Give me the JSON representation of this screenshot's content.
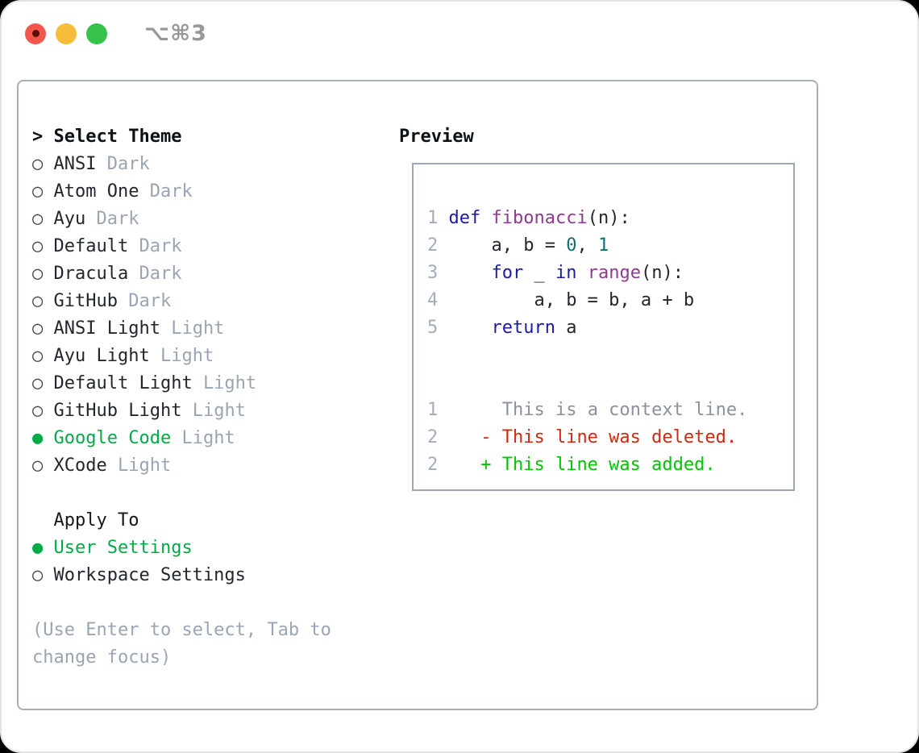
{
  "window": {
    "shortcut_label": "⌥⌘3",
    "traffic_lights": [
      {
        "name": "close",
        "color": "#f2574d",
        "dot": true,
        "dot_color": "#5a0c06"
      },
      {
        "name": "minimize",
        "color": "#f6bd3a",
        "dot": false,
        "dot_color": ""
      },
      {
        "name": "maximize",
        "color": "#37c24e",
        "dot": false,
        "dot_color": ""
      }
    ]
  },
  "theme_panel": {
    "header": "Select Theme",
    "cursor": ">",
    "marker_selected": "●",
    "marker_unselected": "○",
    "themes": [
      {
        "name": "ANSI",
        "variant": "Dark",
        "selected": false
      },
      {
        "name": "Atom One",
        "variant": "Dark",
        "selected": false
      },
      {
        "name": "Ayu",
        "variant": "Dark",
        "selected": false
      },
      {
        "name": "Default",
        "variant": "Dark",
        "selected": false
      },
      {
        "name": "Dracula",
        "variant": "Dark",
        "selected": false
      },
      {
        "name": "GitHub",
        "variant": "Dark",
        "selected": false
      },
      {
        "name": "ANSI Light",
        "variant": "Light",
        "selected": false
      },
      {
        "name": "Ayu Light",
        "variant": "Light",
        "selected": false
      },
      {
        "name": "Default Light",
        "variant": "Light",
        "selected": false
      },
      {
        "name": "GitHub Light",
        "variant": "Light",
        "selected": false
      },
      {
        "name": "Google Code",
        "variant": "Light",
        "selected": true
      },
      {
        "name": "XCode",
        "variant": "Light",
        "selected": false
      }
    ],
    "apply_to": {
      "header": "Apply To",
      "options": [
        {
          "label": "User Settings",
          "selected": true
        },
        {
          "label": "Workspace Settings",
          "selected": false
        }
      ]
    },
    "help_lines": [
      "(Use Enter to select, Tab to",
      "change focus)"
    ]
  },
  "preview": {
    "header": "Preview",
    "lines": [
      {
        "kind": "code",
        "tokens": [
          {
            "text": "1",
            "cls": "ln"
          },
          {
            "text": " ",
            "cls": "pl"
          },
          {
            "text": "def",
            "cls": "kw"
          },
          {
            "text": " ",
            "cls": "pl"
          },
          {
            "text": "fibonacci",
            "cls": "fn"
          },
          {
            "text": "(n):",
            "cls": "pl"
          }
        ]
      },
      {
        "kind": "code",
        "tokens": [
          {
            "text": "2",
            "cls": "ln"
          },
          {
            "text": "     a, b = ",
            "cls": "pl"
          },
          {
            "text": "0",
            "cls": "num"
          },
          {
            "text": ", ",
            "cls": "pl"
          },
          {
            "text": "1",
            "cls": "num"
          }
        ]
      },
      {
        "kind": "code",
        "tokens": [
          {
            "text": "3",
            "cls": "ln"
          },
          {
            "text": "     ",
            "cls": "pl"
          },
          {
            "text": "for",
            "cls": "kw"
          },
          {
            "text": " _ ",
            "cls": "pl"
          },
          {
            "text": "in",
            "cls": "kw"
          },
          {
            "text": " ",
            "cls": "pl"
          },
          {
            "text": "range",
            "cls": "fn"
          },
          {
            "text": "(n):",
            "cls": "pl"
          }
        ]
      },
      {
        "kind": "code",
        "tokens": [
          {
            "text": "4",
            "cls": "ln"
          },
          {
            "text": "         a, b = b, a + b",
            "cls": "pl"
          }
        ]
      },
      {
        "kind": "code",
        "tokens": [
          {
            "text": "5",
            "cls": "ln"
          },
          {
            "text": "     ",
            "cls": "pl"
          },
          {
            "text": "return",
            "cls": "kw"
          },
          {
            "text": " a",
            "cls": "pl"
          }
        ]
      },
      {
        "kind": "blank",
        "tokens": []
      },
      {
        "kind": "blank",
        "tokens": []
      },
      {
        "kind": "diff-context",
        "tokens": [
          {
            "text": "1",
            "cls": "ln"
          },
          {
            "text": "      ",
            "cls": "pl"
          },
          {
            "text": "This is a context line.",
            "cls": "ctx"
          }
        ]
      },
      {
        "kind": "diff-deleted",
        "tokens": [
          {
            "text": "2",
            "cls": "ln"
          },
          {
            "text": "    ",
            "cls": "pl"
          },
          {
            "text": "- This line was deleted.",
            "cls": "del"
          }
        ]
      },
      {
        "kind": "diff-added",
        "tokens": [
          {
            "text": "2",
            "cls": "ln"
          },
          {
            "text": "    ",
            "cls": "pl"
          },
          {
            "text": "+ This line was added.",
            "cls": "add"
          }
        ]
      }
    ]
  },
  "colors": {
    "green": "#00ab47",
    "add": "#00c400",
    "del": "#cb2b10",
    "kw": "#1b1ba3",
    "fn": "#8e3a92",
    "num": "#0c7073",
    "plain": "#22272d",
    "ln": "#a3adba",
    "ctx": "#8b929b",
    "gray": "#9aa5b4",
    "marker": "#3c434b",
    "panel-border": "#a7afb9",
    "preview-border": "#9ea8b2"
  }
}
